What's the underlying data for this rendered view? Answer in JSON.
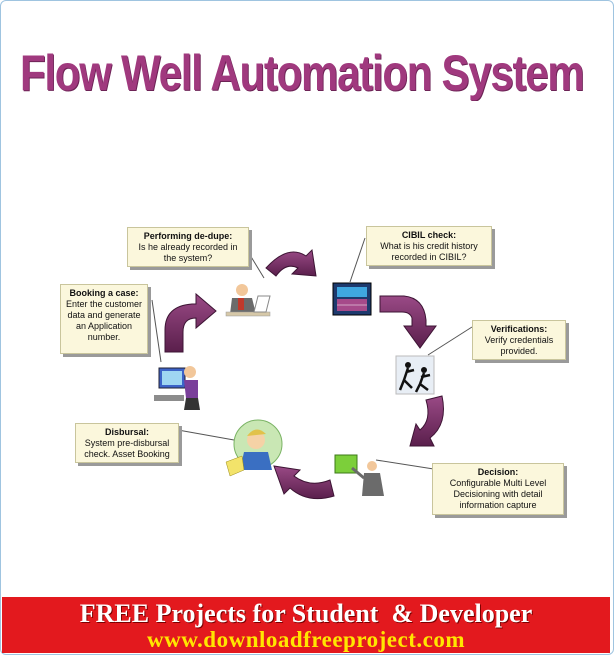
{
  "title": "Flow Well Automation System",
  "steps": [
    {
      "heading": "Booking a case:",
      "text": "Enter the customer data and generate an Application number."
    },
    {
      "heading": "Performing de-dupe:",
      "text": "Is he already recorded in the system?"
    },
    {
      "heading": "CIBIL check:",
      "text": "What is his credit history recorded in CIBIL?"
    },
    {
      "heading": "Verifications:",
      "text": "Verify credentials provided."
    },
    {
      "heading": "Decision:",
      "text": "Configurable Multi Level Decisioning with detail information capture"
    },
    {
      "heading": "Disbursal:",
      "text": "System pre-disbursal check. Asset Booking"
    }
  ],
  "banner": {
    "line1": "FREE Projects for Student  & Developer",
    "line2": "www.downloadfreeproject.com"
  },
  "colors": {
    "title": "#a0397e",
    "arrow": "#7a2e66",
    "banner": "#e3191e",
    "banner_url": "#ffe600"
  }
}
